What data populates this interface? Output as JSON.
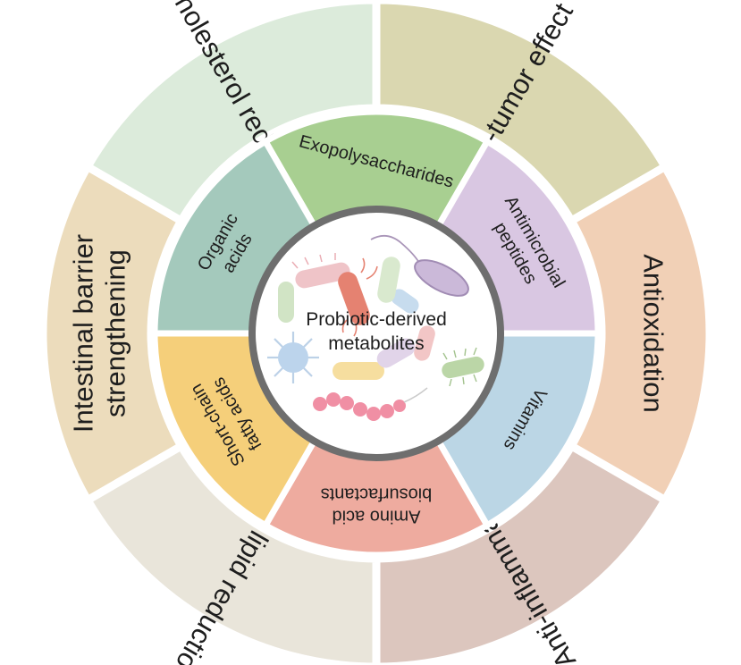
{
  "center": {
    "title_line1": "Probiotic-derived",
    "title_line2": "metabolites"
  },
  "outer_ring": [
    {
      "id": "anti-tumor",
      "lines": [
        "Anti-tumor effect"
      ],
      "color": "#dad7b0"
    },
    {
      "id": "antioxidation",
      "lines": [
        "Antioxidation"
      ],
      "color": "#f1d0b6"
    },
    {
      "id": "anti-inflammation",
      "lines": [
        "Anti-inflammation"
      ],
      "color": "#dcc6be"
    },
    {
      "id": "blood-lipid",
      "lines": [
        "Blood lipid reduction"
      ],
      "color": "#e9e5da"
    },
    {
      "id": "intestinal-barrier",
      "lines": [
        "Intestinal barrier",
        "strengthening"
      ],
      "color": "#ecdcbc"
    },
    {
      "id": "cholesterol",
      "lines": [
        "Cholesterol reduction"
      ],
      "color": "#dcebdb"
    }
  ],
  "inner_ring": [
    {
      "id": "exopolysaccharides",
      "lines": [
        "Exopolysaccharides"
      ],
      "color": "#a8cf91"
    },
    {
      "id": "antimicrobial-peptides",
      "lines": [
        "Antimicrobial",
        "peptides"
      ],
      "color": "#d9c7e2"
    },
    {
      "id": "vitamins",
      "lines": [
        "Vitamins"
      ],
      "color": "#bbd6e5"
    },
    {
      "id": "amino-acid",
      "lines": [
        "Amino acid",
        "biosurfactants"
      ],
      "color": "#eeab9f"
    },
    {
      "id": "short-chain",
      "lines": [
        "Short-chain",
        "fatty acids"
      ],
      "color": "#f5cf7a"
    },
    {
      "id": "organic-acids",
      "lines": [
        "Organic",
        "acids"
      ],
      "color": "#a4c9bc"
    }
  ],
  "colors": {
    "center_fill": "#ffffff",
    "center_ring": "#6e6e6e",
    "separator": "#ffffff"
  },
  "icons": [
    "bacteria-cluster-icon"
  ]
}
